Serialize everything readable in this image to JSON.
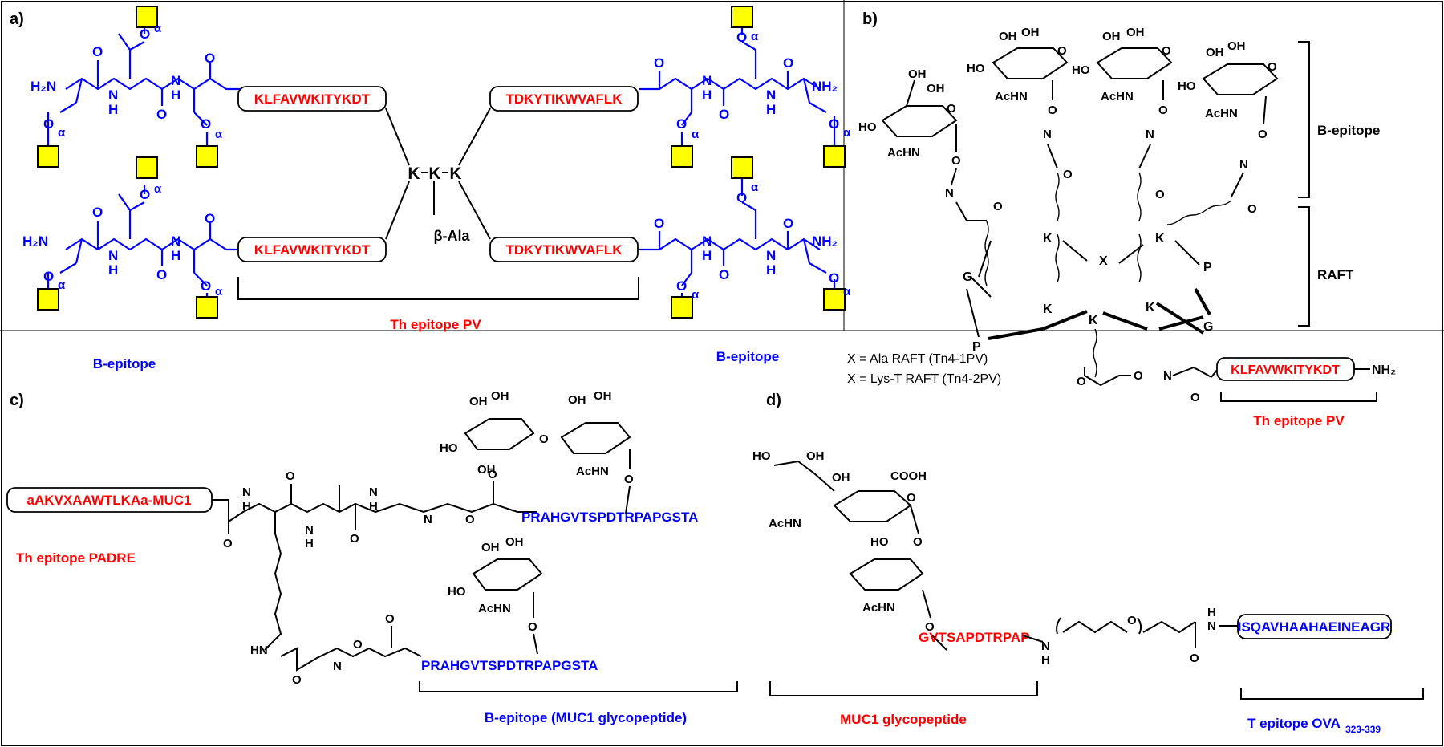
{
  "panels": {
    "a": {
      "label": "a)",
      "peptide_left": "KLFAVWKITYKDT",
      "peptide_right": "TDKYTIKWVAFLK",
      "lysine": "K",
      "beta_ala": "β-Ala",
      "h2n": "H₂N",
      "nh2": "NH₂",
      "nh": "N",
      "h": "H",
      "o": "O",
      "alpha": "α",
      "th_label": "Th epitope PV",
      "b_label": "B-epitope"
    },
    "b": {
      "label": "b)",
      "k": "K",
      "g": "G",
      "p": "P",
      "x": "X",
      "oh": "OH",
      "ho": "HO",
      "achn": "AcHN",
      "o": "O",
      "n": "N",
      "b_epitope": "B-epitope",
      "raft": "RAFT",
      "legend_1": "X = Ala RAFT (Tn4-1PV)",
      "legend_2": "X = Lys-T RAFT (Tn4-2PV)",
      "peptide": "KLFAVWKITYKDT",
      "nh2": "NH₂",
      "th_label": "Th epitope PV"
    },
    "c": {
      "label": "c)",
      "padre": "aAKVXAAWTLKAa-MUC1",
      "th_label": "Th epitope PADRE",
      "seq": "PRAHGVTSPDTRPAPGSTA",
      "b_label": "B-epitope (MUC1 glycopeptide)",
      "n": "N",
      "h": "H",
      "hn": "HN",
      "o": "O",
      "oh": "OH",
      "ho": "HO",
      "achn": "AcHN"
    },
    "d": {
      "label": "d)",
      "cooh": "COOH",
      "ho": "HO",
      "oh": "OH",
      "achn": "AcHN",
      "o": "O",
      "n": "N",
      "h": "H",
      "glyco": "GVTSAPDTRPAP",
      "ova": "ISQAVHAAHAEINEAGR",
      "muc1_label": "MUC1 glycopeptide",
      "t_label": "T epitope OVA",
      "t_sub": "323-339"
    }
  },
  "colors": {
    "blue": "#0000ff",
    "red": "#ff0000",
    "yellow": "#ffff00",
    "black": "#000000"
  }
}
